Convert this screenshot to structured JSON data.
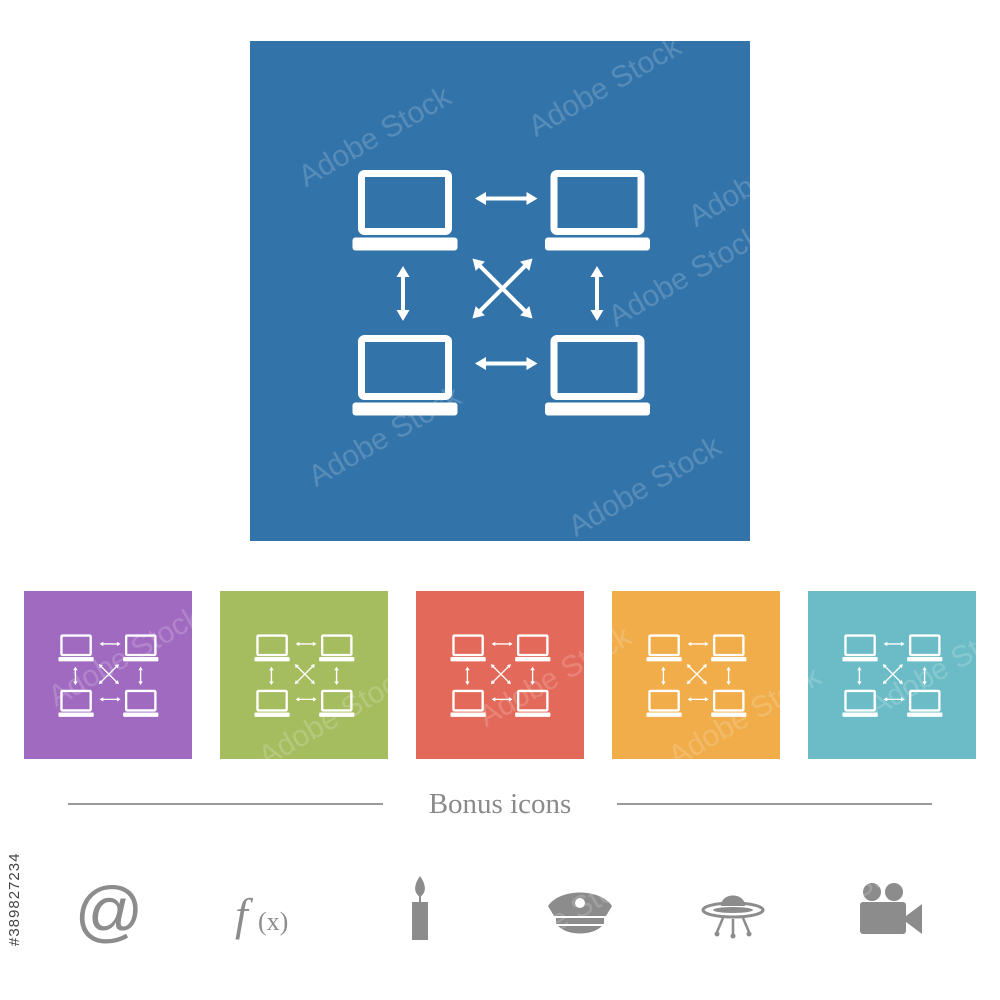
{
  "colors": {
    "main": "#3273a9",
    "tiles": [
      "#a06ac0",
      "#a5bc5f",
      "#e36a5a",
      "#f0ad4a",
      "#6bbcc6"
    ],
    "icon": "#ffffff",
    "bonus_icon": "#8c8c8c"
  },
  "icon_name": "laptop-network-icon",
  "divider_label": "Bonus icons",
  "bonus_icons": [
    "at-sign-icon",
    "function-fx-icon",
    "candle-icon",
    "police-cap-icon",
    "ufo-icon",
    "video-camera-icon"
  ],
  "stock_id": "#389827234",
  "watermark": "Adobe Stock"
}
